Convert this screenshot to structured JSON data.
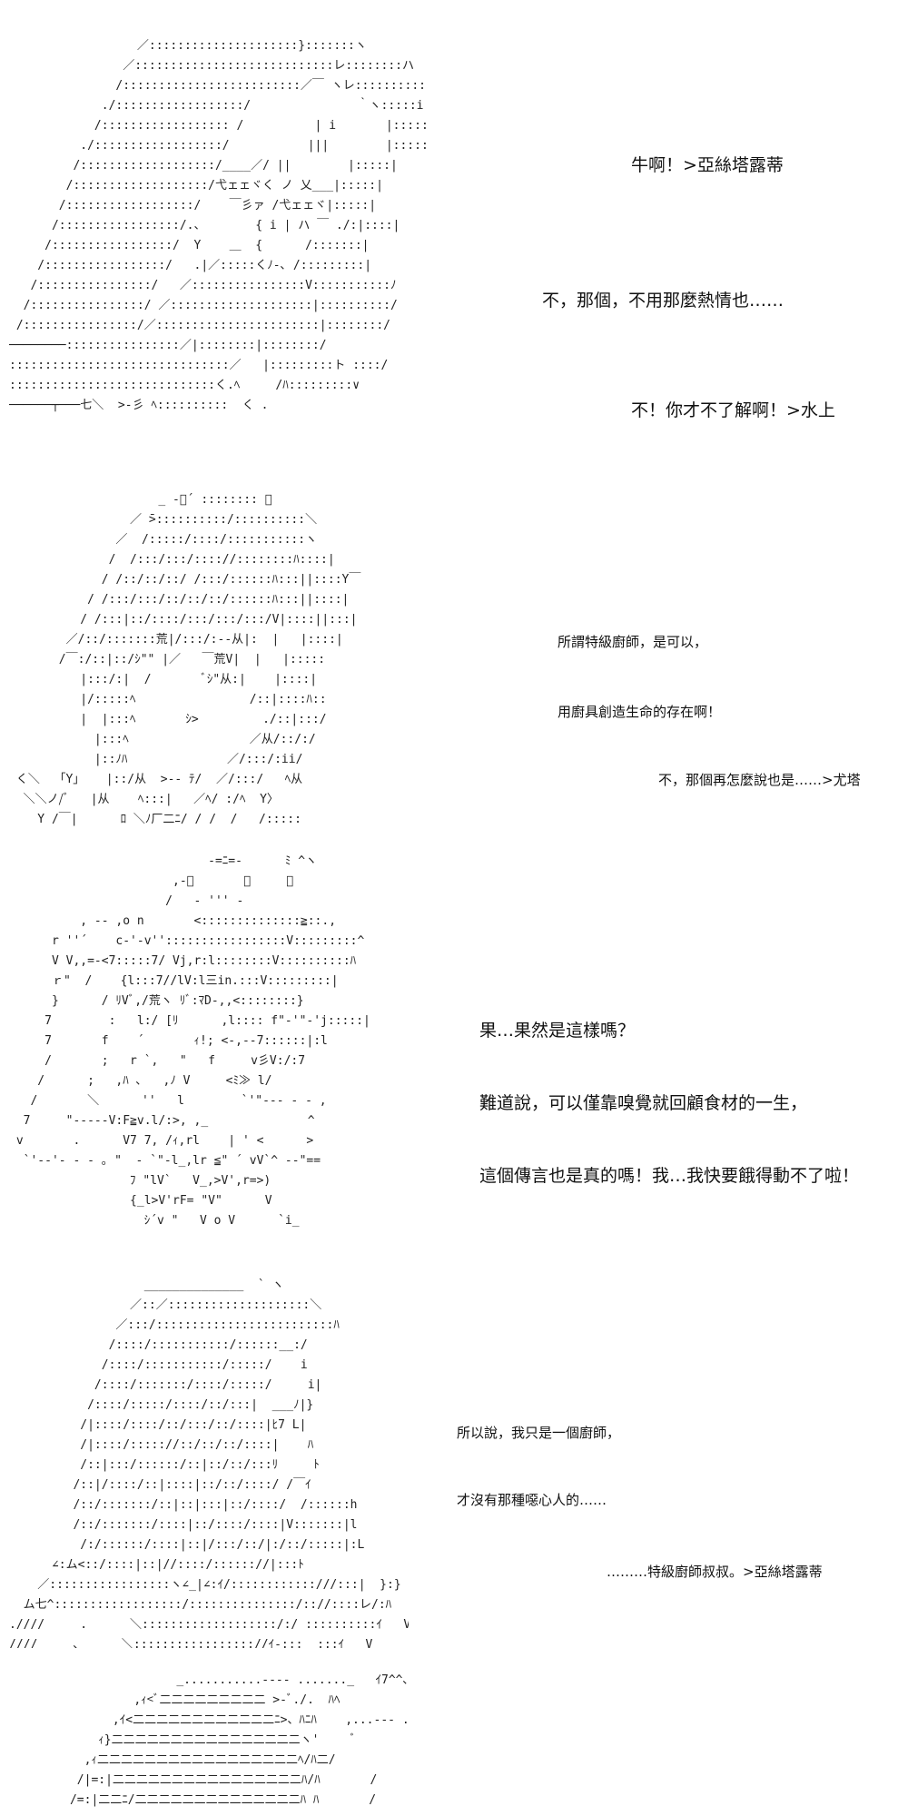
{
  "panels": [
    {
      "dialogue": [
        "牛啊！>亞絲塔露蒂",
        "不，那個，不用那麼熱情也……",
        "不！你才不了解啊！>水上"
      ]
    },
    {
      "dialogue": [
        "所謂特級廚師，是可以，",
        "用廚具創造生命的存在啊！",
        "不，那個再怎麼說也是……>尤塔"
      ]
    },
    {
      "dialogue": [
        "果…果然是這樣嗎？",
        "難道說，可以僅靠嗅覺就回顧食材的一生，",
        "這個傳言也是真的嗎！我…我快要餓得動不了啦！"
      ]
    },
    {
      "dialogue": [
        "所以說，我只是一個廚師，",
        "才沒有那種噁心人的……",
        "………特級廚師叔叔。>亞絲塔露蒂"
      ]
    }
  ]
}
